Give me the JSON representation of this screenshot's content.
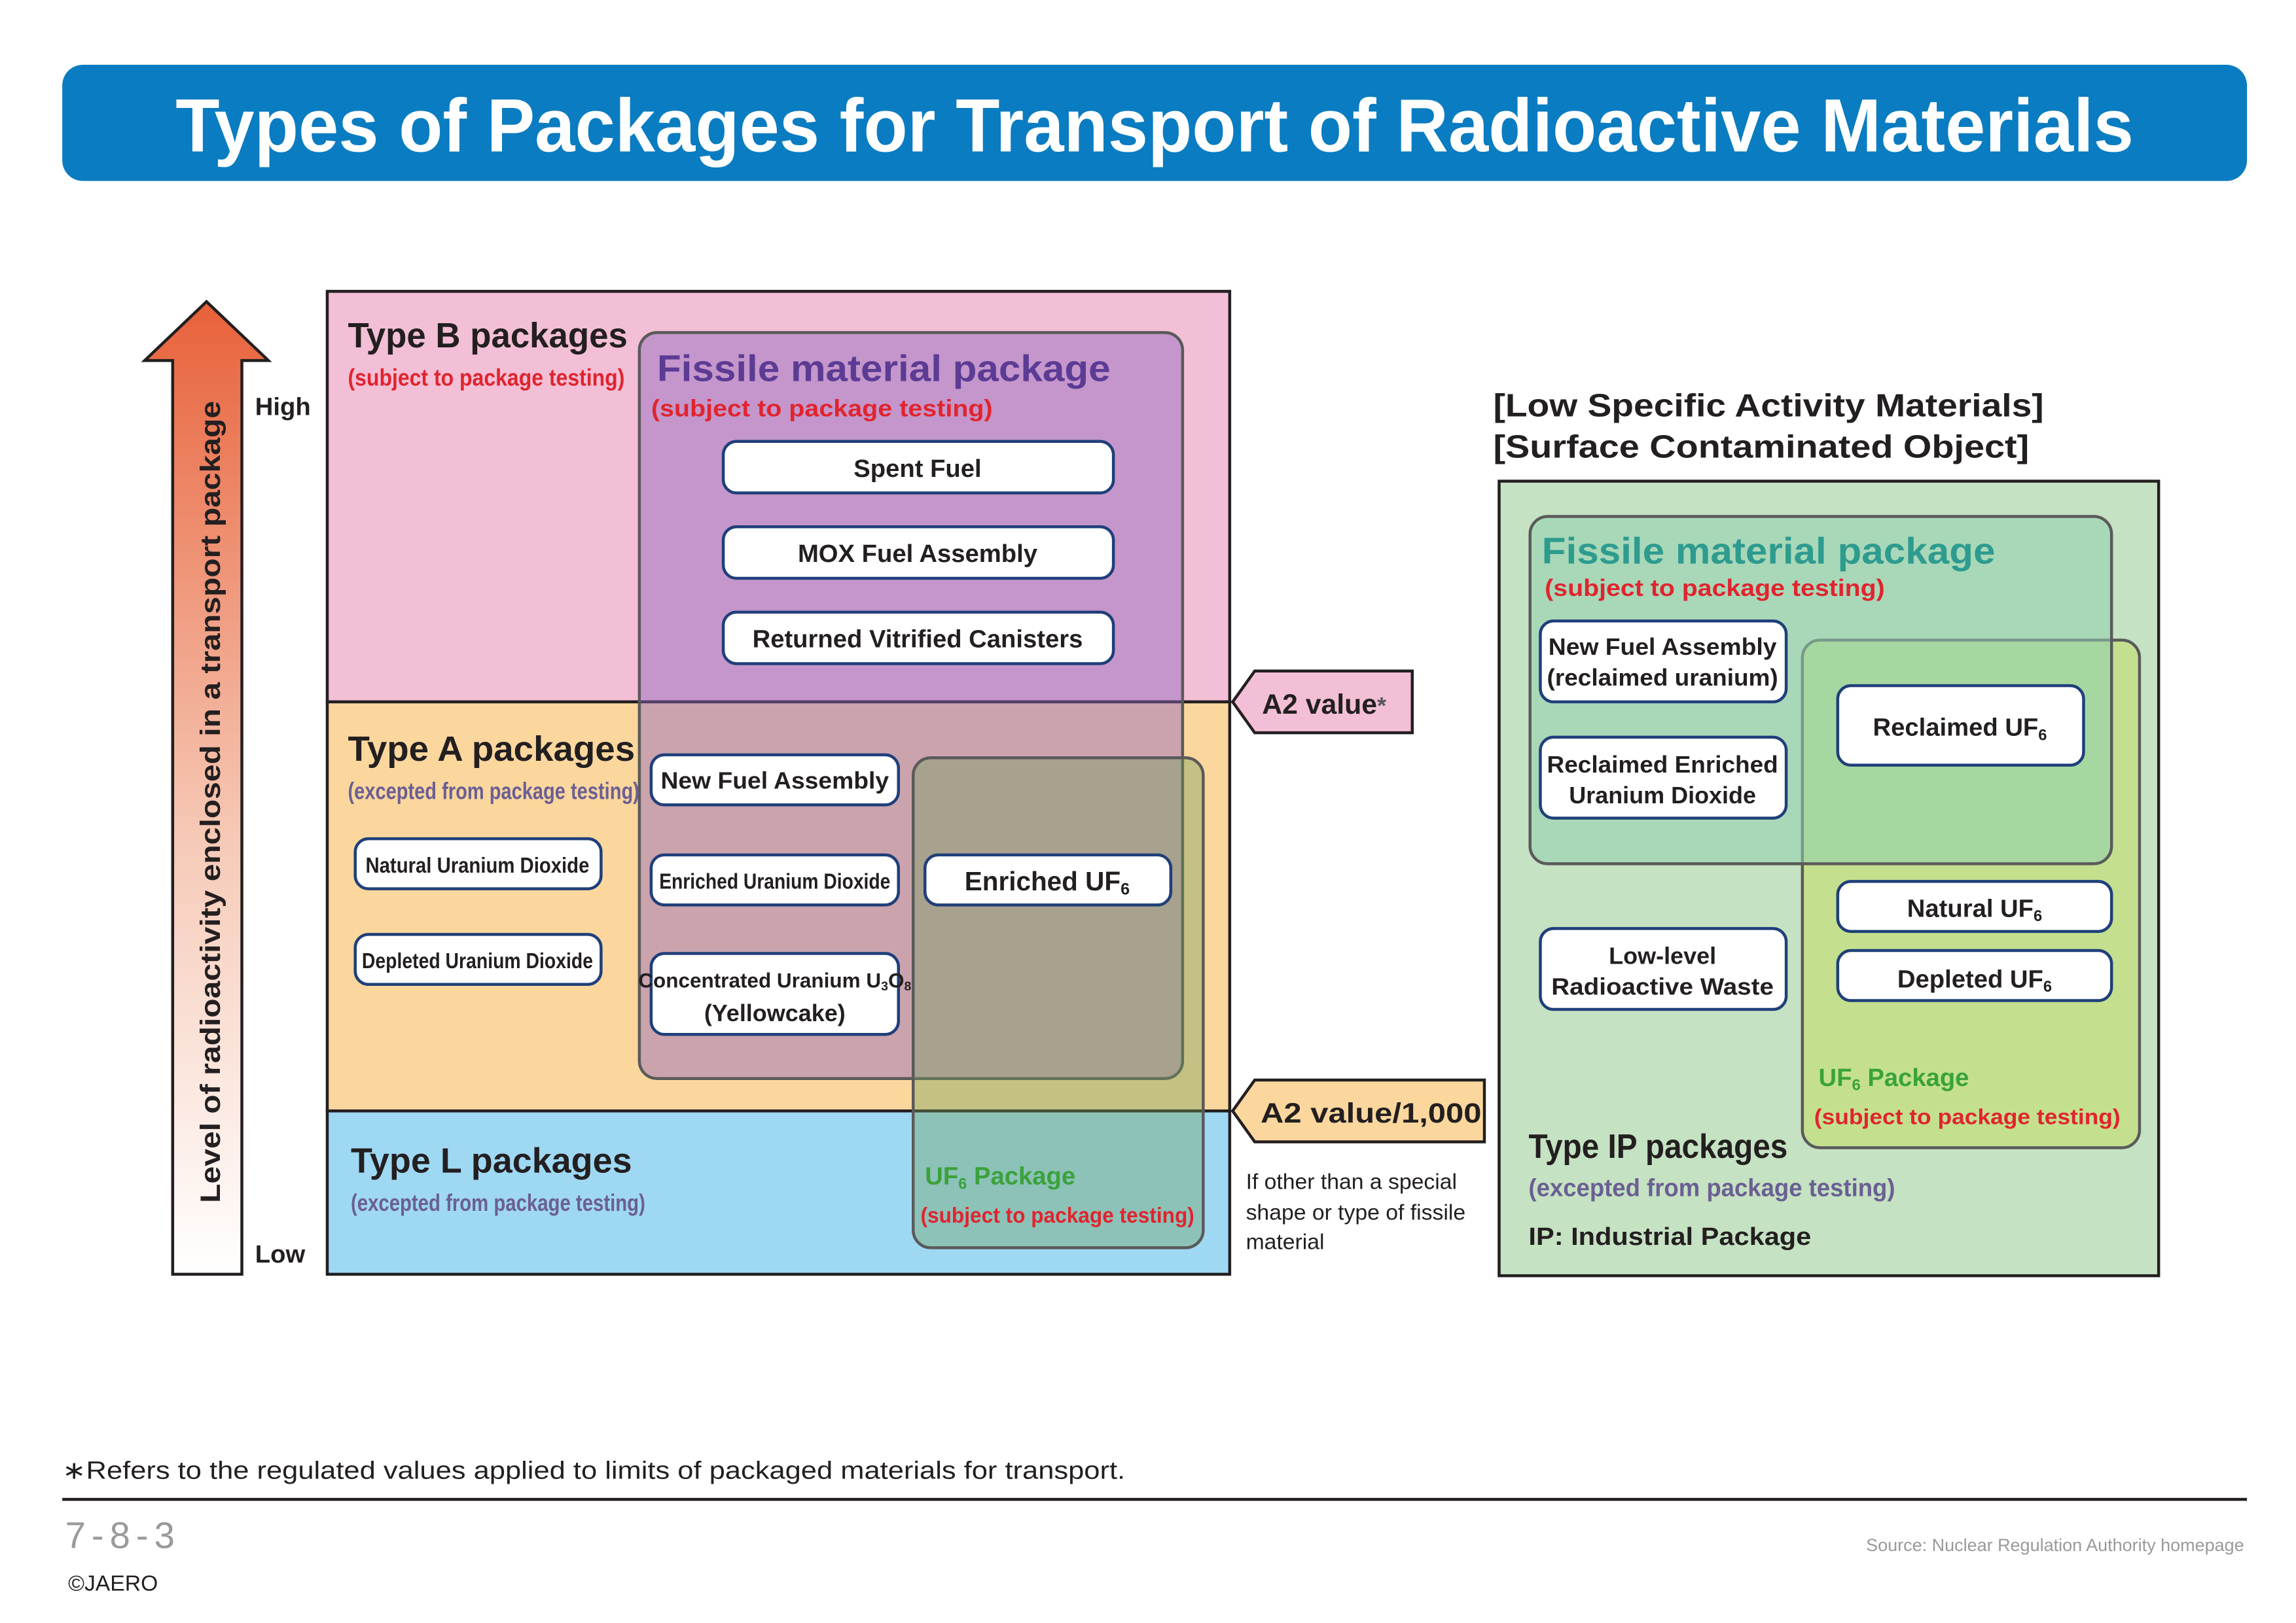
{
  "title": "Types of Packages for Transport of Radioactive Materials",
  "colors": {
    "title_bar": "#0a7cc1",
    "type_b_fill": "#f3bfd6",
    "type_a_fill": "#fbd79e",
    "type_l_fill": "#9fd8f3",
    "fissile_fill": "#b9a0d4",
    "fissile_title": "#5b3b94",
    "ip_fill": "#c5e2c2",
    "ip_fissile_title": "#2e9b8f",
    "uf6_title": "#3aa23b",
    "red_note": "#e0242e",
    "gray_note": "#6b5f93",
    "arrow_top": "#e8613a",
    "box_border": "#1f3f7a"
  },
  "axis": {
    "label": "Level of radioactivity enclosed in a transport package",
    "high": "High",
    "low": "Low"
  },
  "left": {
    "type_b": {
      "title": "Type B packages",
      "note": "(subject to package testing)"
    },
    "type_a": {
      "title": "Type A packages",
      "note": "(excepted from package testing)"
    },
    "type_l": {
      "title": "Type L packages",
      "note": "(excepted from package testing)"
    },
    "fissile": {
      "title": "Fissile material package",
      "note": "(subject to package testing)"
    },
    "uf6_package": {
      "title_main": "UF",
      "title_sub": "6",
      "title_rest": " Package",
      "note": "(subject to package testing)"
    },
    "items": {
      "spent_fuel": "Spent Fuel",
      "mox": "MOX Fuel Assembly",
      "vitrified": "Returned Vitrified Canisters",
      "new_fuel": "New Fuel Assembly",
      "enriched_uo2": "Enriched Uranium Dioxide",
      "concentrated_main": "Concentrated Uranium U",
      "concentrated_sub1": "3",
      "concentrated_o": "O",
      "concentrated_sub2": "8",
      "yellowcake": "(Yellowcake)",
      "enriched_uf6_main": "Enriched UF",
      "enriched_uf6_sub": "6",
      "natural_uo2": "Natural Uranium Dioxide",
      "depleted_uo2": "Depleted Uranium Dioxide"
    }
  },
  "markers": {
    "a2": {
      "main": "A2 value",
      "star": "*"
    },
    "a2_1000": "A2 value/1,000",
    "note_lines": [
      "If other than a special",
      "shape or type of fissile",
      "material"
    ]
  },
  "right": {
    "heading_1": "[Low Specific Activity Materials]",
    "heading_2": "[Surface Contaminated Object]",
    "fissile": {
      "title": "Fissile material package",
      "note": "(subject to package testing)"
    },
    "items": {
      "new_fuel_1": "New Fuel Assembly",
      "new_fuel_2": "(reclaimed uranium)",
      "reclaimed_uo2_1": "Reclaimed Enriched",
      "reclaimed_uo2_2": "Uranium Dioxide",
      "reclaimed_uf6_main": "Reclaimed UF",
      "reclaimed_uf6_sub": "6",
      "natural_uf6_main": "Natural UF",
      "natural_uf6_sub": "6",
      "depleted_uf6_main": "Depleted UF",
      "depleted_uf6_sub": "6",
      "llw_1": "Low-level",
      "llw_2": "Radioactive Waste"
    },
    "uf6_package": {
      "title_main": "UF",
      "title_sub": "6",
      "title_rest": " Package",
      "note": "(subject to package testing)"
    },
    "type_ip": {
      "title": "Type IP packages",
      "note": "(excepted from package testing)",
      "legend": "IP: Industrial Package"
    }
  },
  "footnote": "∗Refers to the regulated values applied to limits of packaged materials for transport.",
  "page_number": "7-8-3",
  "copyright": "©JAERO",
  "source": "Source: Nuclear Regulation Authority homepage"
}
